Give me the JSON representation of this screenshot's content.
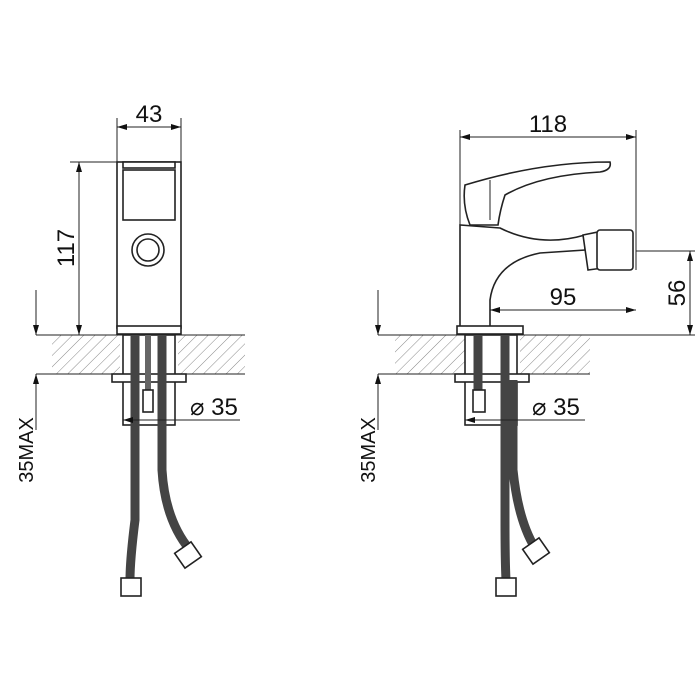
{
  "drawing": {
    "front_view": {
      "width_label": "43",
      "height_label": "117",
      "hole_diameter_label": "⌀ 35",
      "max_thickness_label": "35MAX"
    },
    "side_view": {
      "width_label": "118",
      "spout_reach_label": "95",
      "spout_height_label": "56",
      "hole_diameter_label": "⌀ 35",
      "max_thickness_label": "35MAX"
    }
  }
}
